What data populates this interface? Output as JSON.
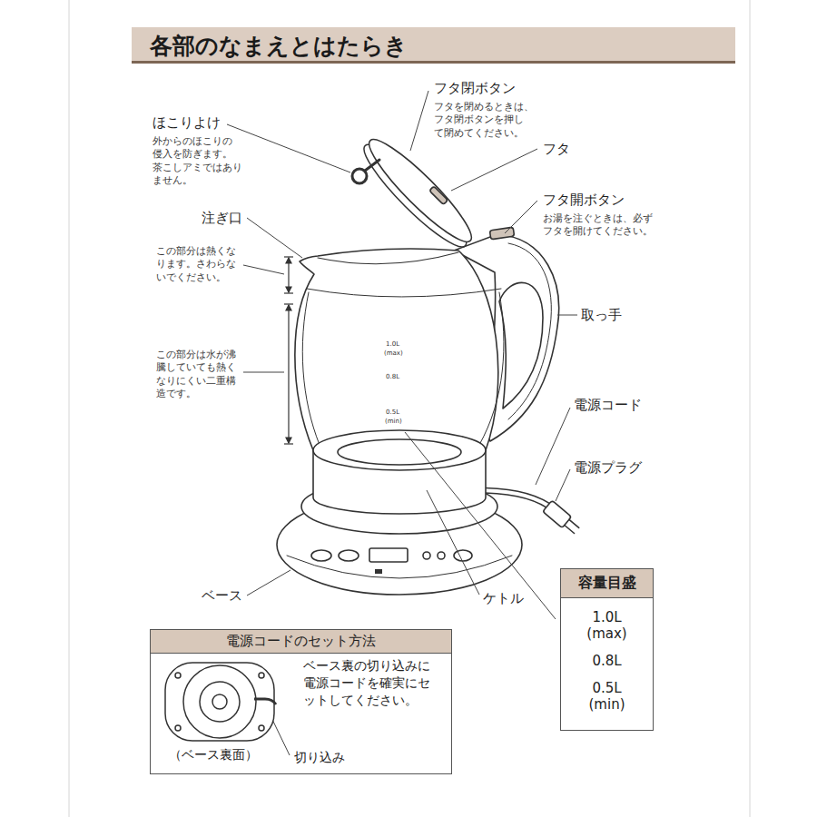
{
  "diagram": {
    "title": "各部のなまえとはたらき",
    "nodes": [
      {
        "text": [
          "容量目盛",
          "1.0L (max)",
          "0.8L",
          "0.5L (min)"
        ]
      },
      {
        "text": [
          "電源コードのセット方法",
          "ベース裏の切り込みに 電源コードを確実にセ ットしてください。",
          "（ベース裏面）",
          "切り込み"
        ]
      }
    ],
    "labels": [
      "フタ閉ボタン",
      "フタを閉めるときは、 フタ閉ボタンを押し て閉めてください。",
      "ほこりよけ",
      "外からのほこりの 侵入を防ぎます。 茶こしアミではあり ません。",
      "フタ",
      "フタ開ボタン",
      "お湯を注ぐときは、必ず フタを開けてください。",
      "注ぎ口",
      "この部分は熱くな ります。さわらな いでください。",
      "この部分は水が沸 騰していても熱く なりにくい二重構 造です。",
      "取っ手",
      "電源コード",
      "電源プラグ",
      "ベース",
      "ケトル",
      "1.0L",
      "(max)",
      "0.8L",
      "0.5L",
      "(min)"
    ]
  }
}
